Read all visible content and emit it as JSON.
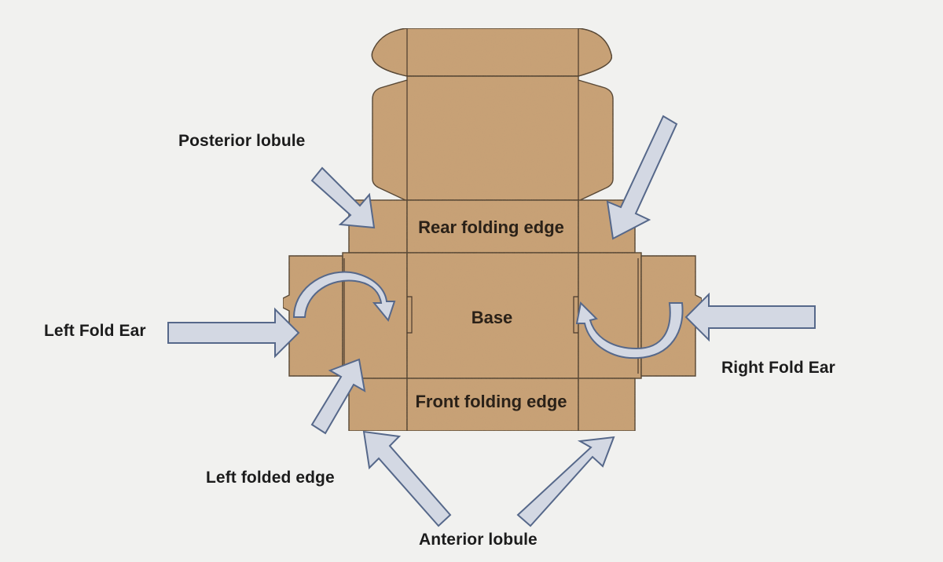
{
  "labels": {
    "posterior_lobule": "Posterior lobule",
    "rear_folding_edge": "Rear folding edge",
    "base": "Base",
    "left_fold_ear": "Left Fold Ear",
    "right_fold_ear": "Right Fold Ear",
    "front_folding_edge": "Front folding edge",
    "left_folded_edge": "Left folded edge",
    "anterior_lobule": "Anterior lobule"
  },
  "colors": {
    "background": "#f1f1ef",
    "cardboard": "#c9a276",
    "crease": "#4a3a2c",
    "arrow_fill": "#d3d8e3",
    "arrow_stroke": "#56688a"
  },
  "icons": {
    "straight_arrow": "arrow-icon",
    "curved_arrow": "curved-arrow-icon"
  }
}
